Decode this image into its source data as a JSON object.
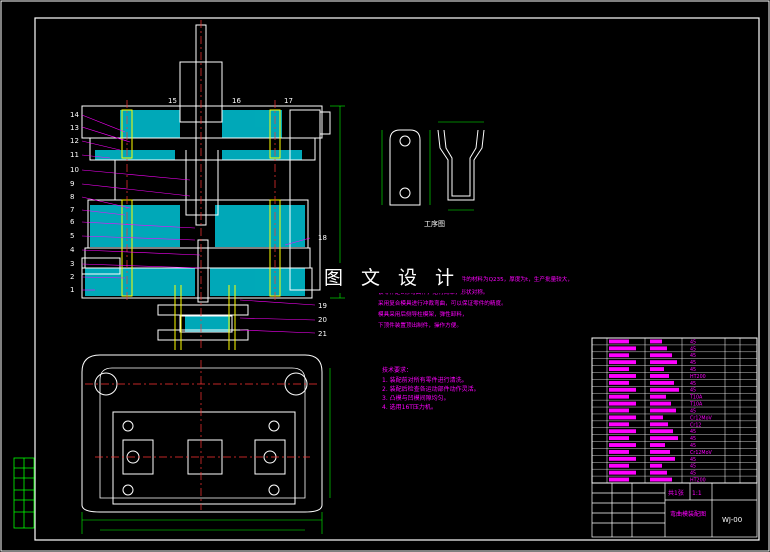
{
  "drawing": {
    "watermark": "图 文 设 计",
    "workpiece_label": "工序图",
    "part_numbers_left": [
      "14",
      "13",
      "12",
      "11",
      "10",
      "9",
      "8",
      "7",
      "6",
      "5",
      "4",
      "3",
      "2",
      "1"
    ],
    "part_numbers_top": [
      "15",
      "16",
      "17"
    ],
    "part_numbers_right": [
      "18",
      "19",
      "20",
      "21"
    ],
    "tech_title": "技术要求：",
    "tech_notes": [
      "1. 装配前对所有零件进行清洗。",
      "2. 装配后检查各运动部件动作灵活。",
      "3. 凸模与凹模间隙均匀。",
      "4. 选用16T压力机。"
    ],
    "note_lines": [
      "零件的材料为Q235，厚度为t，生产批量较大，",
      "该零件是U形弯曲件，结构简单，形状对称。",
      "采用复合模具进行冲裁弯曲，可以保证零件的精度。",
      "模具采用后侧导柱模架，弹性卸料，",
      "下顶件装置顶出制件，操作方便。"
    ],
    "title_block": {
      "name": "弯曲模装配图",
      "drawing_no": "WJ-00",
      "scale_text": "1:1",
      "sheet_text": "共1张"
    },
    "bom_materials": [
      "45",
      "45",
      "45",
      "45",
      "45",
      "HT200",
      "45",
      "45",
      "T10A",
      "T10A",
      "45",
      "Cr12MoV",
      "Cr12",
      "45",
      "45",
      "45",
      "Cr12MoV",
      "45",
      "45",
      "45",
      "HT200"
    ]
  }
}
